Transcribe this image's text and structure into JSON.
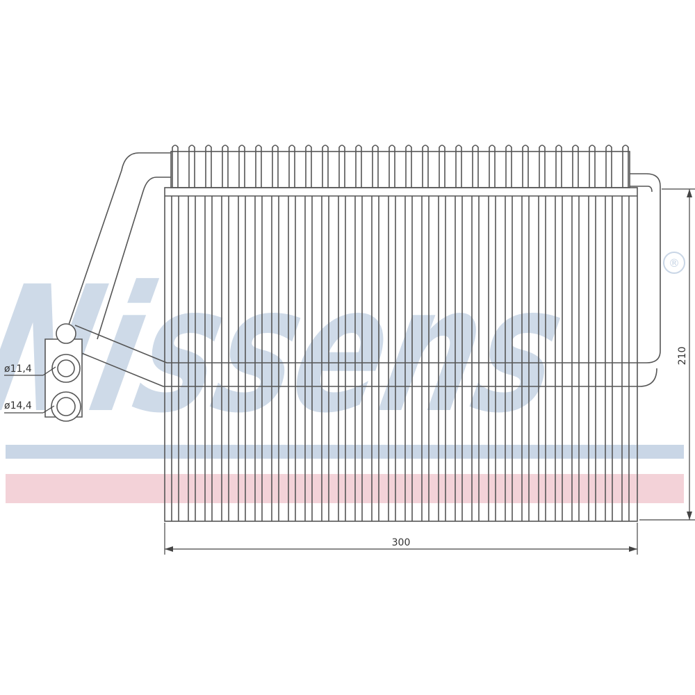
{
  "watermark": {
    "brand": "Nissens",
    "registered_mark": "®",
    "colors": {
      "blue": "#c9d6e6",
      "pink": "#f3d2d8"
    }
  },
  "dimensions": {
    "width_label": "300",
    "height_label": "210",
    "fitting_upper_label": "ø11,4",
    "fitting_lower_label": "ø14,4"
  },
  "diagram": {
    "tube_count": 28,
    "line_color": "#555555"
  }
}
